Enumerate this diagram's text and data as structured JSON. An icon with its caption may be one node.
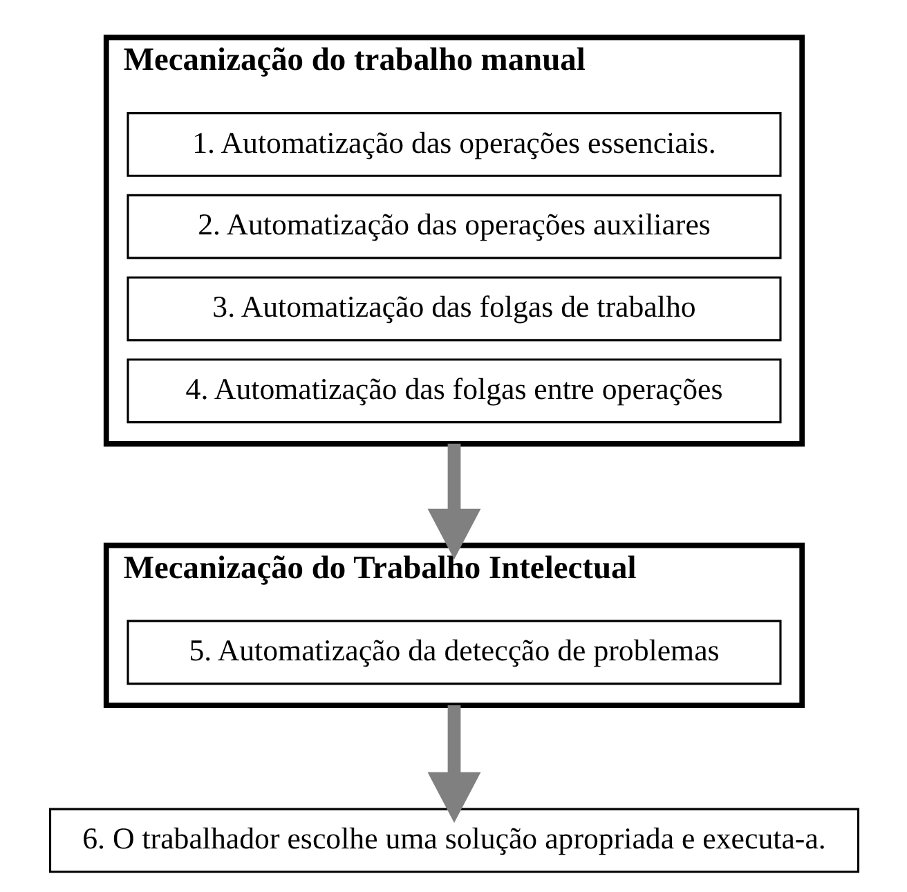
{
  "diagram": {
    "nodes": [
      {
        "text": [
          "Mecanização do trabalho manual"
        ]
      },
      {
        "text": [
          "1. Automatização das operações essenciais."
        ],
        "in": 0
      },
      {
        "text": [
          "2. Automatização das operações auxiliares"
        ],
        "in": 0
      },
      {
        "text": [
          "3. Automatização das folgas de trabalho"
        ],
        "in": 0
      },
      {
        "text": [
          "4. Automatização das folgas entre operações"
        ],
        "in": 0
      },
      {
        "text": [
          "Mecanização do Trabalho Intelectual"
        ]
      },
      {
        "text": [
          "5. Automatização da detecção de problemas"
        ],
        "in": 5
      },
      {
        "text": [
          "6. O trabalhador escolhe uma solução apropriada e executa-a."
        ]
      }
    ],
    "edges": [
      {
        "from": 0,
        "to": 5,
        "arrow": "to"
      },
      {
        "from": 5,
        "to": 7,
        "arrow": "to"
      }
    ]
  }
}
